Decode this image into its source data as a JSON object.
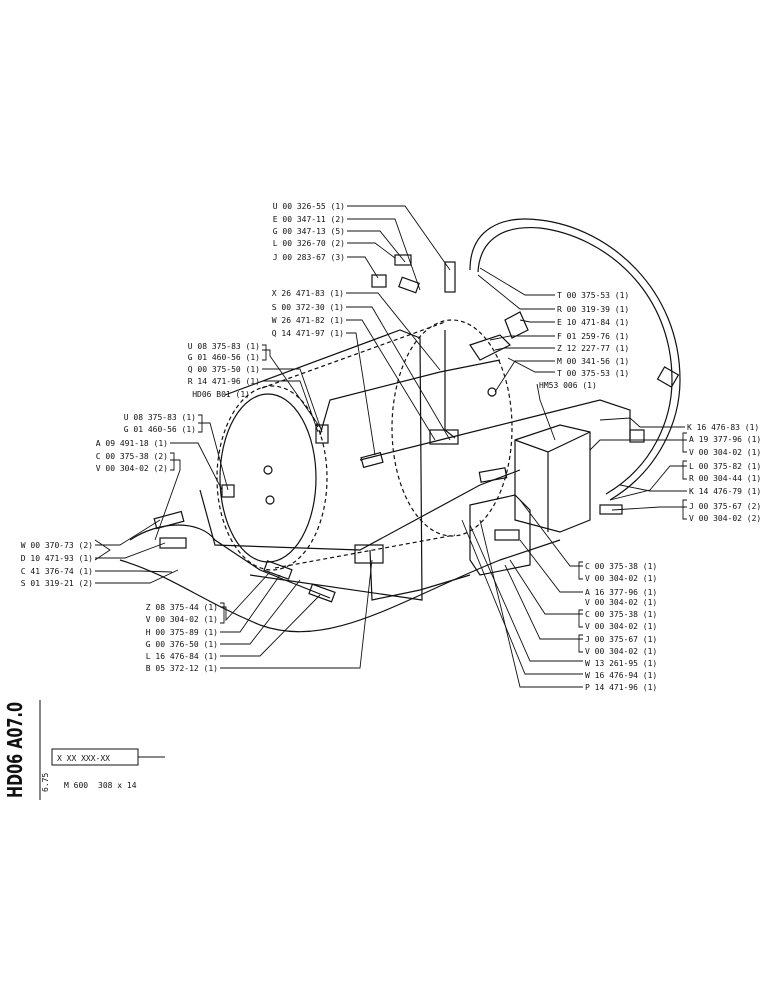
{
  "diagram": {
    "left_labels": [
      "U 00 326-55 (1)",
      "E 00 347-11 (2)",
      "G 00 347-13 (5)",
      "L 00 326-70 (2)",
      "J 00 283-67 (3)",
      "X 26 471-83 (1)",
      "S 00 372-30 (1)",
      "W 26 471-82 (1)",
      "Q 14 471-97 (1)",
      "U 08 375-83 (1)",
      "G 01 460-56 (1)",
      "Q 00 375-50 (1)",
      "R 14 471-96 (1)",
      "HD06 B01 (1)",
      "U 08 375-83 (1)",
      "G 01 460-56 (1)",
      "A 09 491-18 (1)",
      "C 00 375-38 (2)",
      "V 00 304-02 (2)",
      "W 00 370-73 (2)",
      "D 10 471-93 (1)",
      "C 41 376-74 (1)",
      "S 01 319-21 (2)",
      "Z 08 375-44 (1)",
      "V 00 304-02 (1)",
      "H 00 375-89 (1)",
      "G 00 376-50 (1)",
      "L 16 476-84 (1)",
      "B 05 372-12 (1)"
    ],
    "right_labels": [
      "T 00 375-53 (1)",
      "R 00 319-39 (1)",
      "E 10 471-84 (1)",
      "F 01 259-76 (1)",
      "Z 12 227-77 (1)",
      "M 00 341-56 (1)",
      "T 00 375-53 (1)",
      "HM53 006 (1)",
      "K 16 476-83 (1)",
      "A 19 377-96 (1)",
      "V 00 304-02 (1)",
      "L 00 375-82 (1)",
      "R 00 304-44 (1)",
      "K 14 476-79 (1)",
      "J 00 375-67 (2)",
      "V 00 304-02 (2)",
      "C 00 375-38 (1)",
      "V 00 304-02 (1)",
      "A 16 377-96 (1)",
      "V 00 304-02 (1)",
      "C 00 375-38 (1)",
      "V 00 304-02 (1)",
      "J 00 375-67 (1)",
      "V 00 304-02 (1)",
      "W 13 261-95 (1)",
      "W 16 476-94 (1)",
      "P 14 471-96 (1)"
    ]
  },
  "title_block": {
    "sheet_code": "HD06 A07.0",
    "date": "6.75",
    "part_number": "X XX XXX-XX",
    "model": "M 600",
    "model_detail": "308 x 14"
  }
}
